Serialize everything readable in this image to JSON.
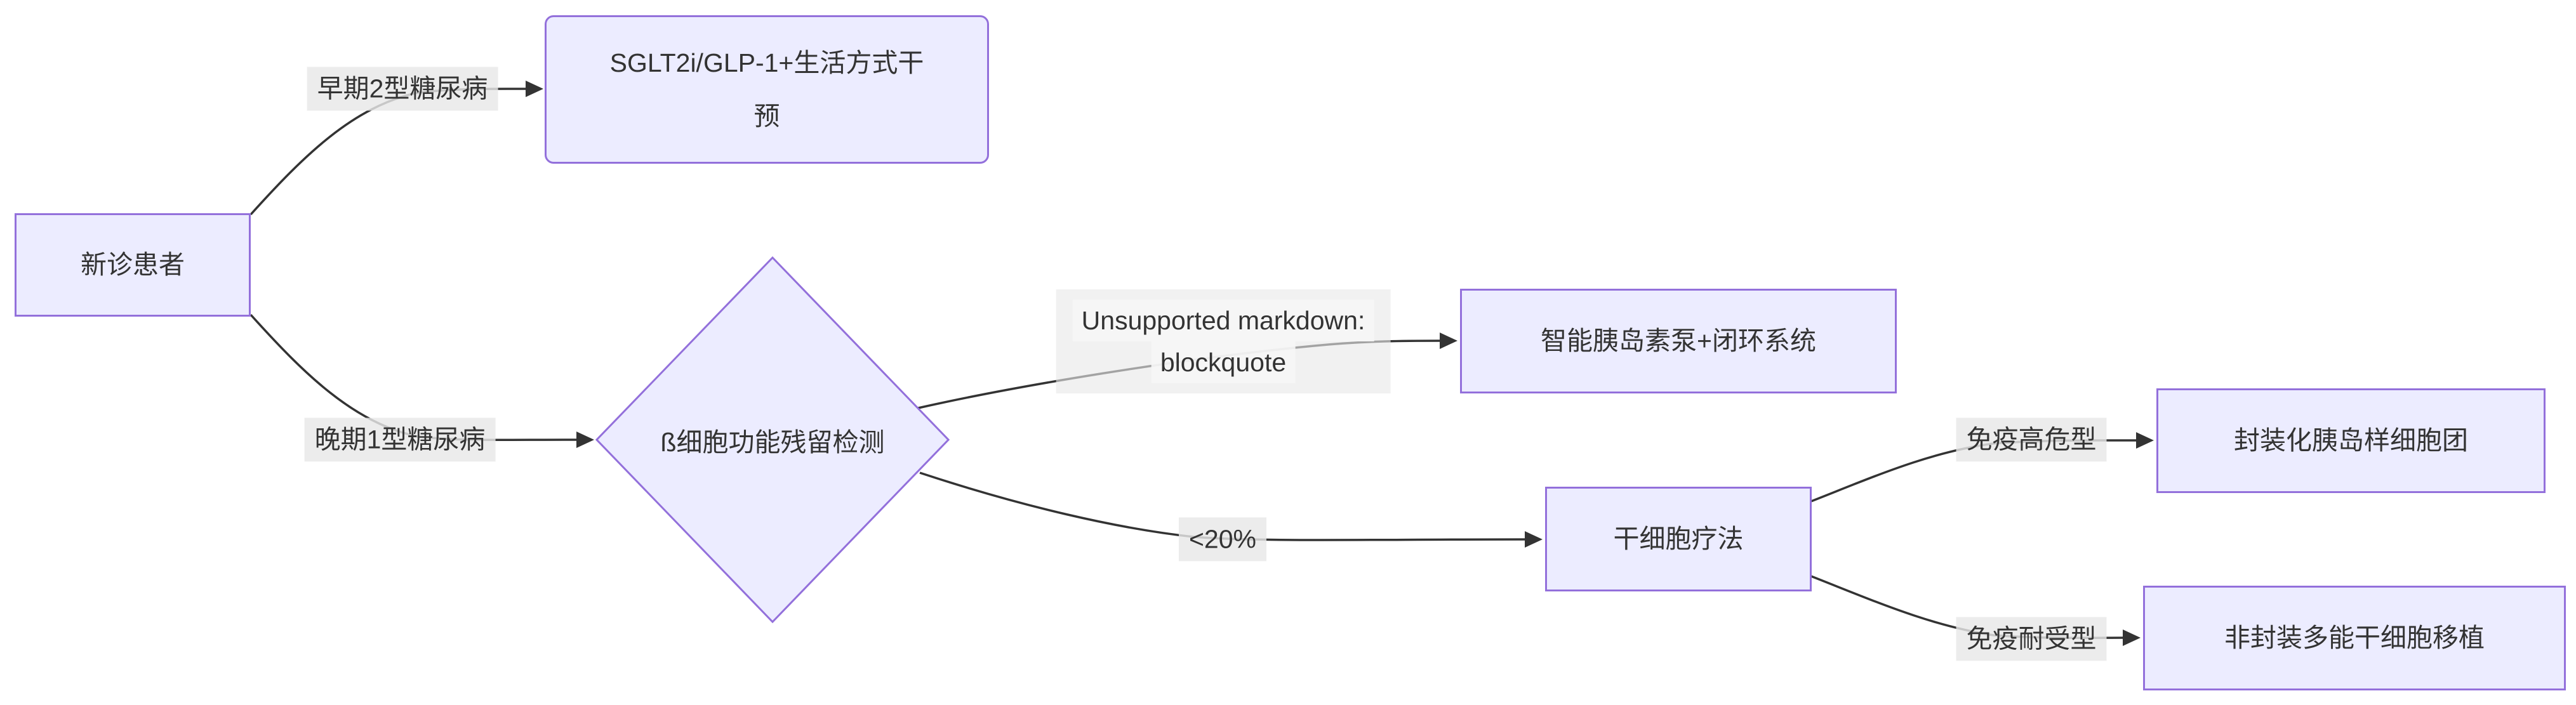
{
  "diagram": {
    "type": "flowchart",
    "direction": "left-to-right",
    "background_color": "#ffffff",
    "colors": {
      "node_fill": "#ECECFF",
      "node_border": "#9370DB",
      "edge_line": "#333333",
      "text": "#333333",
      "edge_label_bg": "#e8e8e8"
    },
    "nodes": [
      {
        "id": "new-patient",
        "shape": "rect",
        "label": "新诊患者"
      },
      {
        "id": "sglt2i-glp1",
        "shape": "rounded-rect",
        "label": "SGLT2i/GLP-1+生活方式干预",
        "lines": [
          "SGLT2i/GLP-1+生活方式干",
          "预"
        ]
      },
      {
        "id": "beta-cell-test",
        "shape": "diamond",
        "label": "ß细胞功能残留检测"
      },
      {
        "id": "smart-pump",
        "shape": "rect",
        "label": "智能胰岛素泵+闭环系统"
      },
      {
        "id": "stem-cell-therapy",
        "shape": "rect",
        "label": "干细胞疗法"
      },
      {
        "id": "encapsulated-islet",
        "shape": "rect",
        "label": "封装化胰岛样细胞团"
      },
      {
        "id": "unencapsulated-transplant",
        "shape": "rect",
        "label": "非封装多能干细胞移植"
      }
    ],
    "edges": [
      {
        "from": "新诊患者",
        "to": "SGLT2i/GLP-1+生活方式干预",
        "label": "早期2型糖尿病"
      },
      {
        "from": "新诊患者",
        "to": "ß细胞功能残留检测",
        "label": "晚期1型糖尿病"
      },
      {
        "from": "ß细胞功能残留检测",
        "to": "智能胰岛素泵+闭环系统",
        "label": "Unsupported markdown: blockquote",
        "label_lines": [
          "Unsupported markdown:",
          "blockquote"
        ]
      },
      {
        "from": "ß细胞功能残留检测",
        "to": "干细胞疗法",
        "label": "<20%"
      },
      {
        "from": "干细胞疗法",
        "to": "封装化胰岛样细胞团",
        "label": "免疫高危型"
      },
      {
        "from": "干细胞疗法",
        "to": "非封装多能干细胞移植",
        "label": "免疫耐受型"
      }
    ]
  }
}
